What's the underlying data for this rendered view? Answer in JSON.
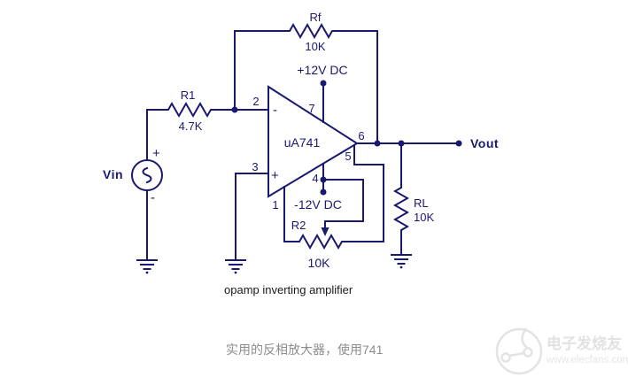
{
  "page": {
    "background": "#ffffff",
    "schematic_color": "#191970",
    "caption_color": "#1b1b1b",
    "subcaption_color": "#8c8c8c",
    "watermark_color": "#e2e2e2"
  },
  "circuit": {
    "opamp": {
      "name": "uA741",
      "inverting_sign": "-",
      "noninverting_sign": "+",
      "pins": {
        "p1": "1",
        "p2": "2",
        "p3": "3",
        "p4": "4",
        "p5": "5",
        "p6": "6",
        "p7": "7"
      }
    },
    "rf": {
      "name": "Rf",
      "value": "10K"
    },
    "r1": {
      "name": "R1",
      "value": "4.7K"
    },
    "r2": {
      "name": "R2",
      "value": "10K"
    },
    "rl": {
      "name": "RL",
      "value": "10K"
    },
    "vin": {
      "label": "Vin",
      "plus": "+",
      "minus": "-"
    },
    "vout": {
      "label": "Vout"
    },
    "supplies": {
      "positive": "+12V DC",
      "negative": "-12V DC"
    }
  },
  "captions": {
    "title": "opamp inverting amplifier",
    "subtitle": "实用的反相放大器，使用741"
  },
  "watermark": {
    "brand": "电子发烧友",
    "site": "www.elecfans.com"
  }
}
